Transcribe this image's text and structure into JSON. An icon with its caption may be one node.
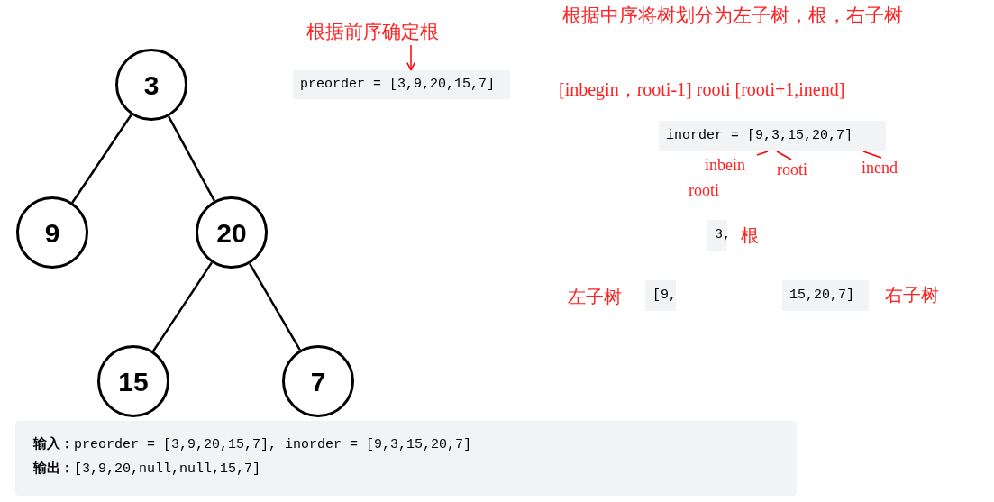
{
  "diagram": {
    "nodes": [
      {
        "text": [
          "3"
        ]
      },
      {
        "text": [
          "9"
        ]
      },
      {
        "text": [
          "20"
        ]
      },
      {
        "text": [
          "15"
        ]
      },
      {
        "text": [
          "7"
        ]
      },
      {
        "text": [
          "根据前序确定根"
        ]
      },
      {
        "text": [
          "preorder = [3,9,20,15,7]"
        ]
      },
      {
        "text": [
          "inorder = [9,3,15,20,7]"
        ]
      },
      {
        "text": [
          "inbein"
        ]
      },
      {
        "text": [
          "rooti"
        ]
      },
      {
        "text": [
          "inend"
        ]
      },
      {
        "text": [
          "3,"
        ]
      },
      {
        "text": [
          "[9,"
        ]
      },
      {
        "text": [
          "15,20,7]"
        ]
      },
      {
        "text": [
          "**输入：**preorder = [3,9,20,15,7], inorder = [9,3,15,20,7]",
          "**输出：**[3,9,20,null,null,15,7]"
        ]
      }
    ],
    "edges": [
      {
        "from": 0,
        "to": 1,
        "arrow": "none"
      },
      {
        "from": 0,
        "to": 2,
        "arrow": "none"
      },
      {
        "from": 2,
        "to": 3,
        "arrow": "none"
      },
      {
        "from": 2,
        "to": 4,
        "arrow": "none"
      },
      {
        "from": 5,
        "to": 6,
        "arrow": "to",
        "color": "#ff0000"
      },
      {
        "from": 8,
        "to": 7,
        "arrow": "none",
        "color": "#ff0000"
      },
      {
        "from": 9,
        "to": 7,
        "arrow": "none",
        "color": "#ff0000"
      },
      {
        "from": 10,
        "to": 7,
        "arrow": "none",
        "color": "#ff0000"
      }
    ],
    "labels": [
      "根据中序将树划分为左子树，根，右子树",
      "[inbegin，rooti-1] rooti [rooti+1,inend]",
      "rooti",
      "根",
      "左子树",
      "右子树"
    ]
  }
}
